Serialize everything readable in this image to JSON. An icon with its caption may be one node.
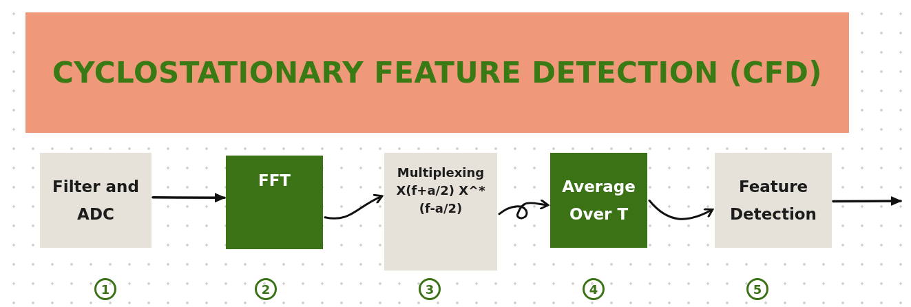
{
  "diagram": {
    "title": "CYCLOSTATIONARY FEATURE DETECTION (CFD)",
    "nodes": [
      {
        "text": [
          "Filter and ADC"
        ]
      },
      {
        "text": [
          "FFT"
        ]
      },
      {
        "text": [
          "Multiplexing X(f+a/2) X^*(f-a/2)"
        ]
      },
      {
        "text": [
          "Average Over T"
        ]
      },
      {
        "text": [
          "Feature Detection"
        ]
      }
    ],
    "edges": [
      {
        "from": 0,
        "to": 1,
        "arrow": "to"
      },
      {
        "from": 1,
        "to": 2,
        "arrow": "to"
      },
      {
        "from": 2,
        "to": 3,
        "arrow": "to"
      },
      {
        "from": 3,
        "to": 4,
        "arrow": "to"
      },
      {
        "from": 4,
        "to": null,
        "arrow": "to"
      }
    ],
    "labels": [
      "1",
      "2",
      "3",
      "4",
      "5"
    ]
  }
}
